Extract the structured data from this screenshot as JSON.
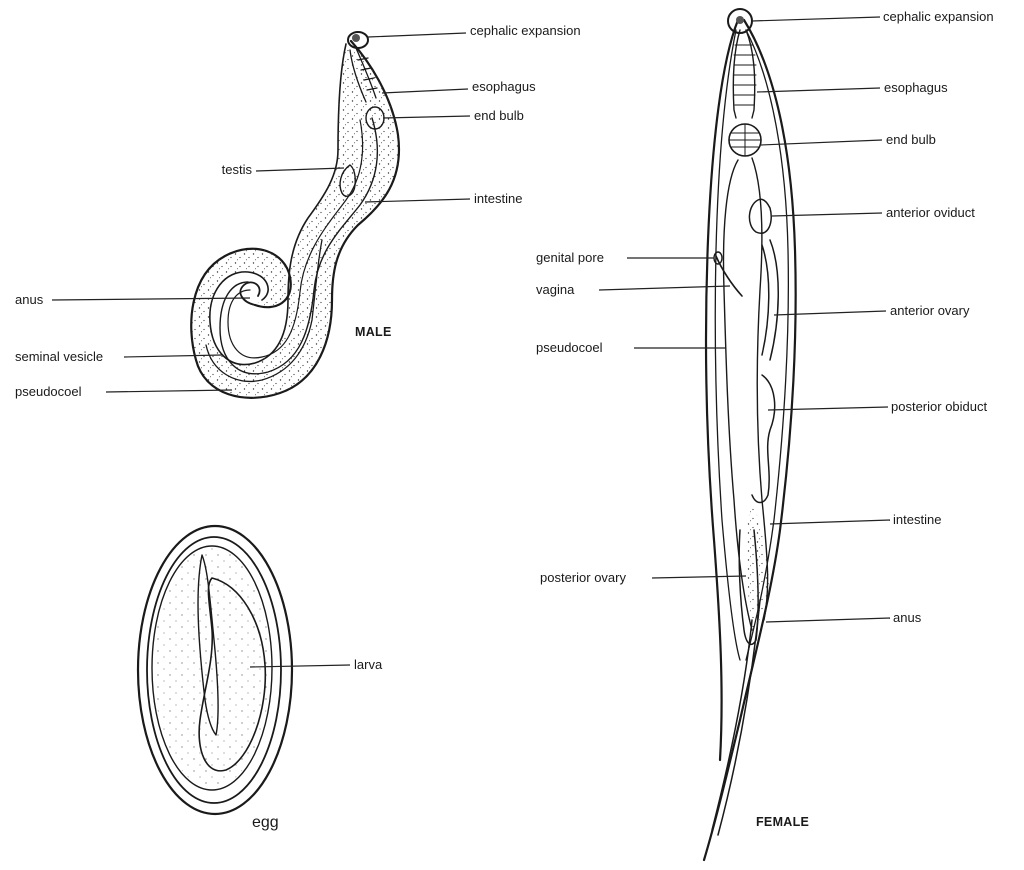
{
  "male": {
    "caption": "MALE",
    "labels": {
      "cephalic_expansion": "cephalic expansion",
      "esophagus": "esophagus",
      "end_bulb": "end bulb",
      "testis": "testis",
      "intestine": "intestine",
      "anus": "anus",
      "seminal_vesicle": "seminal vesicle",
      "pseudocoel": "pseudocoel"
    }
  },
  "egg": {
    "caption": "egg",
    "labels": {
      "larva": "larva"
    }
  },
  "female": {
    "caption": "FEMALE",
    "labels": {
      "cephalic_expansion": "cephalic expansion",
      "esophagus": "esophagus",
      "end_bulb": "end bulb",
      "anterior_oviduct": "anterior oviduct",
      "genital_pore": "genital pore",
      "vagina": "vagina",
      "anterior_ovary": "anterior ovary",
      "pseudocoel": "pseudocoel",
      "posterior_obiduct": "posterior obiduct",
      "intestine": "intestine",
      "posterior_ovary": "posterior ovary",
      "anus": "anus"
    }
  }
}
